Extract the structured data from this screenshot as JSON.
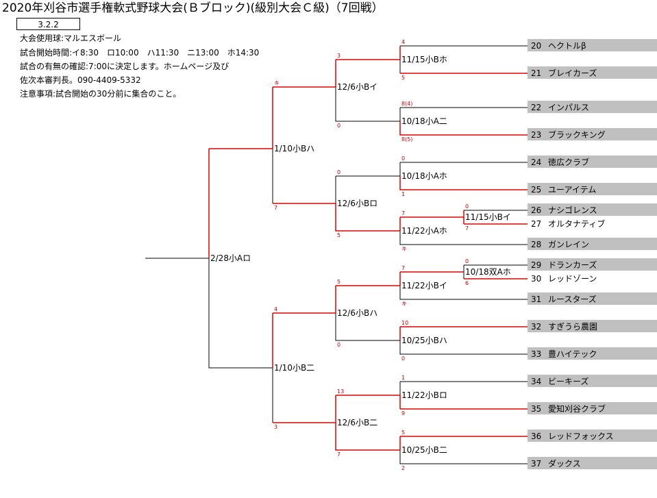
{
  "header": {
    "title": "2020年刈谷市選手権軟式野球大会(Ｂブロック)(級別大会Ｃ級)（7回戦）",
    "badge": "3.2.2",
    "info": [
      "大会使用球:マルエスボール",
      "試合開始時間:イ8:30　ロ10:00　ハ11:30　ニ13:00　ホ14:30",
      "試合の有無の確認:7:00に決定します。ホームページ及び",
      "佐次本審判長。090-4409-5332",
      "注意事項:試合開始の30分前に集合のこと。"
    ]
  },
  "teams": [
    {
      "num": "20",
      "name": "ヘクトルβ"
    },
    {
      "num": "21",
      "name": "ブレイカーズ"
    },
    {
      "num": "22",
      "name": "インパルス"
    },
    {
      "num": "23",
      "name": "ブラックキング"
    },
    {
      "num": "24",
      "name": "徳広クラブ"
    },
    {
      "num": "25",
      "name": "ユーアイテム"
    },
    {
      "num": "26",
      "name": "ナシゴレンス"
    },
    {
      "num": "27",
      "name": "オルタナティブ"
    },
    {
      "num": "28",
      "name": "ガンレイン"
    },
    {
      "num": "29",
      "name": "ドランカーズ"
    },
    {
      "num": "30",
      "name": "レッドゾーン"
    },
    {
      "num": "31",
      "name": "ルースターズ"
    },
    {
      "num": "32",
      "name": "すぎうら農園"
    },
    {
      "num": "33",
      "name": "豊ハイテック"
    },
    {
      "num": "34",
      "name": "ビーキーズ"
    },
    {
      "num": "35",
      "name": "愛知刈谷クラブ"
    },
    {
      "num": "36",
      "name": "レッドフォックス"
    },
    {
      "num": "37",
      "name": "ダックス"
    }
  ],
  "matches": {
    "r0_a": {
      "label": "11/15小Bイ",
      "top": "0",
      "bot": "7"
    },
    "r0_b": {
      "label": "10/18双Aホ",
      "top": "0",
      "bot": "6"
    },
    "r1_a": {
      "label": "11/15小Bホ",
      "top": "4",
      "bot": "5"
    },
    "r1_b": {
      "label": "10/18小A二",
      "top": "8(4)",
      "bot": "8(5)"
    },
    "r1_c": {
      "label": "10/18小Aホ",
      "top": "0",
      "bot": "1"
    },
    "r1_d": {
      "label": "11/22小Aホ",
      "top": "7",
      "bot": "キ"
    },
    "r1_e": {
      "label": "11/22小Bイ",
      "top": "7",
      "bot": "キ"
    },
    "r1_f": {
      "label": "10/25小Bハ",
      "top": "10",
      "bot": "0"
    },
    "r1_g": {
      "label": "11/22小Bロ",
      "top": "1",
      "bot": "9"
    },
    "r1_h": {
      "label": "10/25小B二",
      "top": "5",
      "bot": "2"
    },
    "r2_a": {
      "label": "12/6小Bイ",
      "top": "3",
      "bot": "0"
    },
    "r2_b": {
      "label": "12/6小Bロ",
      "top": "0",
      "bot": "5"
    },
    "r2_c": {
      "label": "12/6小Bハ",
      "top": "5",
      "bot": "0"
    },
    "r2_d": {
      "label": "12/6小B二",
      "top": "13",
      "bot": "7"
    },
    "r3_a": {
      "label": "1/10小Bハ",
      "top": "キ",
      "bot": "7"
    },
    "r3_b": {
      "label": "1/10小B二",
      "top": "4",
      "bot": "3"
    },
    "r4_a": {
      "label": "2/28小Aロ",
      "top": "",
      "bot": ""
    }
  },
  "colors": {
    "winner_line": "#dd0000",
    "normal_line": "#000000",
    "team_bg": "#c0c0c0",
    "score_text": "#cc0000"
  }
}
